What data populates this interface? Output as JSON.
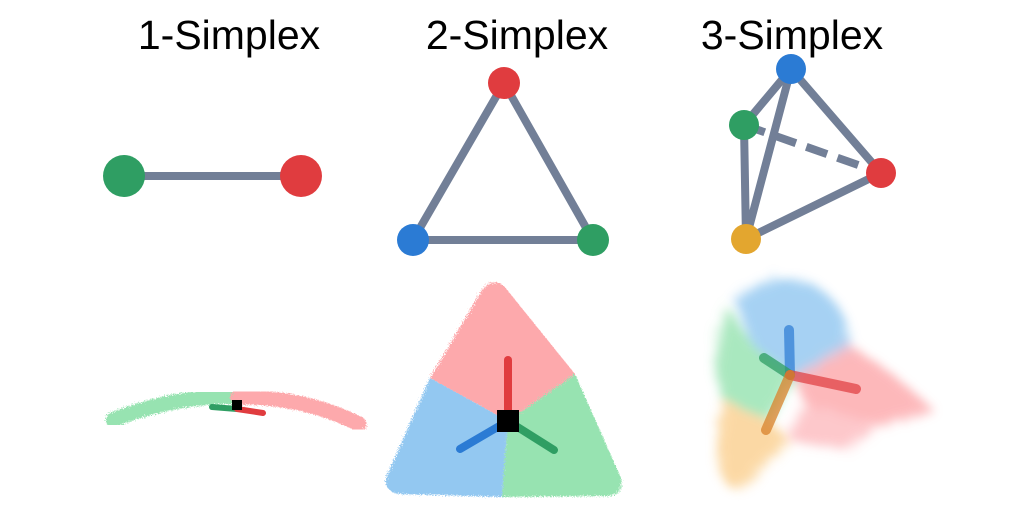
{
  "titles": {
    "simplex1": "1-Simplex",
    "simplex2": "2-Simplex",
    "simplex3": "3-Simplex"
  },
  "colors": {
    "edge": "#727f97",
    "red": "#e03c3f",
    "green": "#2f9e63",
    "blue": "#2b7bd4",
    "orange": "#e3a62f",
    "region_red": "#fda9ac",
    "region_green": "#97e3b1",
    "region_blue": "#93c8f1",
    "region_orange": "#fbd091",
    "marker": "#000000"
  },
  "icons": [
    "vertex-dot",
    "edge-line",
    "dashed-hidden-edge",
    "centroid-square"
  ]
}
